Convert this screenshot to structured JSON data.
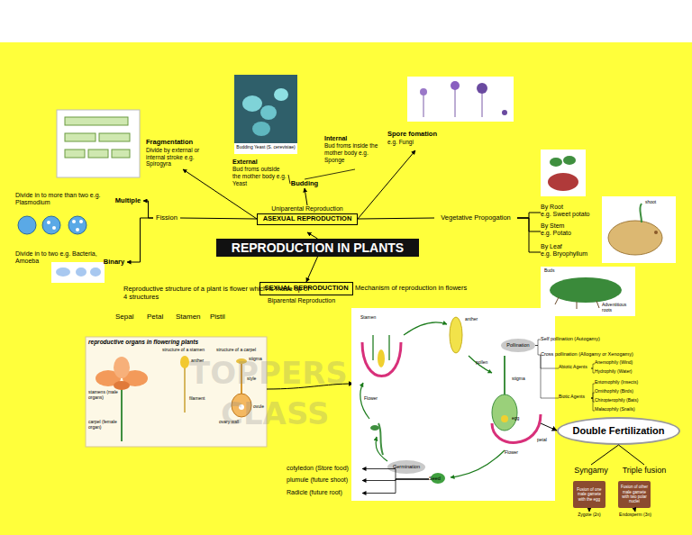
{
  "diagram": {
    "nodes": [
      {
        "text": [
          "REPRODUCTION IN PLANTS"
        ]
      },
      {
        "text": [
          "Uniparental Reproduction",
          "ASEXUAL REPRODUCTION"
        ]
      },
      {
        "text": [
          "Budding"
        ]
      },
      {
        "text": [
          "External",
          "Bud froms outside the mother body e.g. Yeast"
        ]
      },
      {
        "text": [
          "Internal",
          "Bud froms inside the mother body e.g. Sponge"
        ]
      },
      {
        "text": [
          "Fragmentation",
          "Divide by external or internal stroke e.g. Spirogyra"
        ]
      },
      {
        "text": [
          "Spore fomation",
          "e.g. Fungi"
        ]
      },
      {
        "text": [
          "Fission"
        ]
      },
      {
        "text": [
          "Multiple"
        ]
      },
      {
        "text": [
          "Binary"
        ]
      },
      {
        "text": [
          "Vegetative Propogation"
        ]
      },
      {
        "text": [
          "By Root",
          "e.g. Sweet potato"
        ]
      },
      {
        "text": [
          "By Stem",
          "e.g. Potato"
        ]
      },
      {
        "text": [
          "By Leaf",
          "e.g. Bryophyllum"
        ]
      },
      {
        "text": [
          "SEXUAL REPRODUCTION"
        ]
      },
      {
        "text": [
          "Pollination"
        ]
      },
      {
        "text": [
          "Self pollination (Autogamy)"
        ]
      },
      {
        "text": [
          "Cross pollination (Allogamy or Xenogamy)"
        ]
      },
      {
        "text": [
          "Abiotic Agents"
        ]
      },
      {
        "text": [
          "Anemophily (Wind)"
        ]
      },
      {
        "text": [
          "Hydrophily (Water)"
        ]
      },
      {
        "text": [
          "Biotic Agents"
        ]
      },
      {
        "text": [
          "Entomophily (Insects)"
        ]
      },
      {
        "text": [
          "Ornithophily (Birds)"
        ]
      },
      {
        "text": [
          "Chiropterophily (Bats)"
        ]
      },
      {
        "text": [
          "Malacophily (Snails)"
        ]
      },
      {
        "text": [
          "Germination"
        ]
      },
      {
        "text": [
          "Seed"
        ]
      },
      {
        "text": [
          "cotyledon (Store food)"
        ]
      },
      {
        "text": [
          "plumule (future shoot)"
        ]
      },
      {
        "text": [
          "Radicle (future root)"
        ]
      },
      {
        "text": [
          "Double Fertilization"
        ]
      },
      {
        "text": [
          "Syngamy"
        ]
      },
      {
        "text": [
          "Triple fusion"
        ]
      },
      {
        "text": [
          "Fusion of one male gamete with the egg"
        ]
      },
      {
        "text": [
          "Zygote (2n)"
        ]
      },
      {
        "text": [
          "Fusion of other male gamete with two polar nuclei"
        ]
      },
      {
        "text": [
          "Endosperm (3n)"
        ]
      }
    ],
    "edges": [
      {
        "from": 0,
        "to": 1,
        "arrow": "to"
      },
      {
        "from": 0,
        "to": 14,
        "arrow": "to"
      },
      {
        "from": 1,
        "to": 2,
        "arrow": "to"
      },
      {
        "from": 2,
        "to": 3,
        "arrow": "none"
      },
      {
        "from": 2,
        "to": 4,
        "arrow": "none"
      },
      {
        "from": 1,
        "to": 5,
        "arrow": "to"
      },
      {
        "from": 1,
        "to": 6,
        "arrow": "to"
      },
      {
        "from": 1,
        "to": 7,
        "arrow": "none"
      },
      {
        "from": 7,
        "to": 8,
        "arrow": "to"
      },
      {
        "from": 7,
        "to": 9,
        "arrow": "to"
      },
      {
        "from": 1,
        "to": 10,
        "arrow": "none"
      },
      {
        "from": 10,
        "to": 11,
        "arrow": "none"
      },
      {
        "from": 10,
        "to": 12,
        "arrow": "none"
      },
      {
        "from": 10,
        "to": 13,
        "arrow": "none"
      },
      {
        "from": 15,
        "to": 16,
        "arrow": "none"
      },
      {
        "from": 15,
        "to": 17,
        "arrow": "none"
      },
      {
        "from": 17,
        "to": 18,
        "arrow": "none"
      },
      {
        "from": 17,
        "to": 21,
        "arrow": "none"
      },
      {
        "from": 18,
        "to": 19,
        "arrow": "none"
      },
      {
        "from": 18,
        "to": 20,
        "arrow": "none"
      },
      {
        "from": 21,
        "to": 22,
        "arrow": "none"
      },
      {
        "from": 21,
        "to": 23,
        "arrow": "none"
      },
      {
        "from": 21,
        "to": 24,
        "arrow": "none"
      },
      {
        "from": 21,
        "to": 25,
        "arrow": "none"
      },
      {
        "from": 27,
        "to": 28,
        "arrow": "to"
      },
      {
        "from": 27,
        "to": 29,
        "arrow": "to"
      },
      {
        "from": 27,
        "to": 30,
        "arrow": "to"
      },
      {
        "from": 31,
        "to": 32,
        "arrow": "none"
      },
      {
        "from": 31,
        "to": 33,
        "arrow": "none"
      },
      {
        "from": 34,
        "to": 35,
        "arrow": "to"
      },
      {
        "from": 36,
        "to": 37,
        "arrow": "to"
      }
    ],
    "labels": [
      "Divide in to more than two e.g. Plasmodium",
      "Divide in to two e.g. Bacteria, Amoeba",
      "Budding Yeast (S. cerevisiae)",
      "Mechanism of reproduction in flowers",
      "Biparental Reproduction",
      "Reproductive structure of a plant is flower which is made up of 4 structures",
      "Sepal",
      "Petal",
      "Stamen",
      "Pistil",
      "reproductive organs in flowering plants",
      "structure of a stamen",
      "structure of a carpel",
      "anther",
      "filament",
      "stigma",
      "style",
      "ovary wall",
      "ovule",
      "stamens (male organs)",
      "carpel (female organ)",
      "Stamen",
      "anther",
      "Flower",
      "pollen",
      "stigma",
      "egg",
      "petal",
      "Flower",
      "shoot",
      "Buds",
      "Adventitious roots",
      "TOPPERS",
      "CLASS"
    ]
  }
}
